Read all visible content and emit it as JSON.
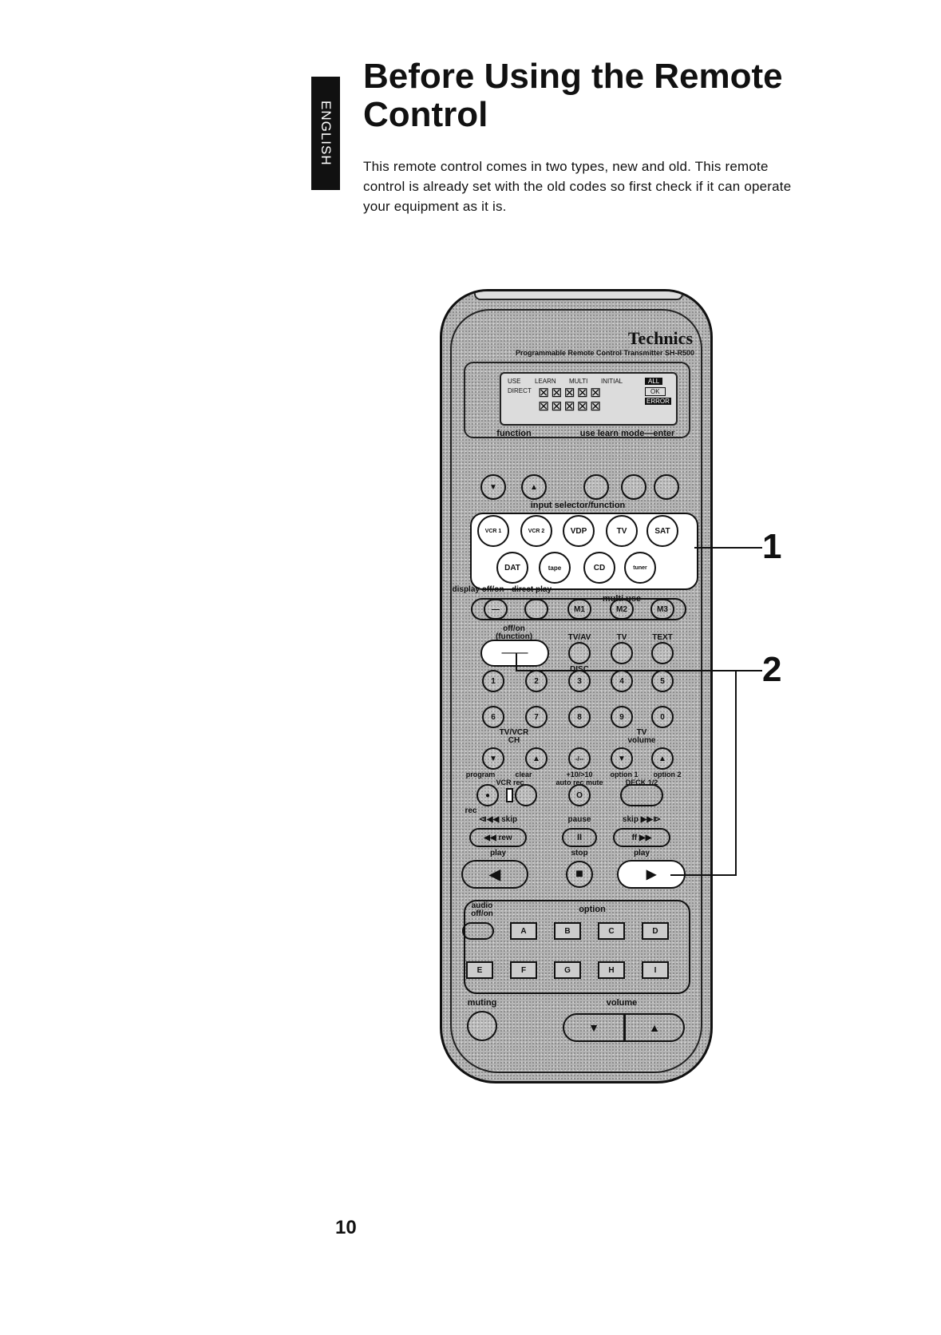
{
  "language_tab": "ENGLISH",
  "title": "Before Using the Remote Control",
  "intro": "This remote control comes in two types, new and old. This remote control is already set with the old codes so first check if it can operate your equipment as it is.",
  "page_number": "10",
  "callouts": [
    "1",
    "2"
  ],
  "remote": {
    "brand": "Technics",
    "model": "Programmable Remote Control Transmitter SH-R500",
    "lcd": {
      "modes": [
        "USE",
        "LEARN",
        "MULTI",
        "INITIAL"
      ],
      "direct": "DIRECT",
      "all": "ALL",
      "ok": "OK",
      "error": "ERROR"
    },
    "function_label": "function",
    "mode_label": "use learn mode—enter",
    "function_buttons": [
      "▼",
      "▲"
    ],
    "input_label": "input selector/function",
    "inputs_row1": [
      "VCR 1",
      "VCR 2",
      "VDP",
      "TV",
      "SAT"
    ],
    "inputs_row2": [
      "DAT",
      "tape",
      "CD",
      "tuner"
    ],
    "display_label": "display off/on",
    "direct_label": "direct play",
    "multi_label": "multi use",
    "multi_buttons": [
      "M1",
      "M2",
      "M3"
    ],
    "offon_label": "off/on (function)",
    "tvav_label": "TV/AV",
    "tv_label": "TV",
    "text_label": "TEXT",
    "disc_label": "DISC",
    "numbers": [
      "1",
      "2",
      "3",
      "4",
      "5",
      "6",
      "7",
      "8",
      "9",
      "0"
    ],
    "tvvcr_label": "TV/VCR CH",
    "tvvol_label": "TV volume",
    "ch_buttons": [
      "▼",
      "▲",
      "-/--",
      "▼",
      "▲"
    ],
    "program_label": "program",
    "clear_label": "clear",
    "vcrrec_label": "VCR rec",
    "plus10_label": "+10/>10",
    "autorec_label": "auto rec mute",
    "option1_label": "option 1",
    "option2_label": "option 2",
    "deck_label": "DECK 1/2",
    "rec_label": "rec",
    "skip_back_label": "⧏◀◀ skip",
    "pause_label": "pause",
    "skip_fwd_label": "skip ▶▶⧐",
    "rew": "◀◀ rew",
    "pause": "II",
    "ff": "ff ▶▶",
    "play_label": "play",
    "stop_label": "stop",
    "play_rev": "◀",
    "stop": "■",
    "play_fwd": "▶",
    "audio_label": "audio off/on",
    "option_label": "option",
    "options_row1": [
      "A",
      "B",
      "C",
      "D"
    ],
    "options_row2": [
      "E",
      "F",
      "G",
      "H",
      "I"
    ],
    "muting_label": "muting",
    "volume_label": "volume",
    "vol_down": "▼",
    "vol_up": "▲"
  }
}
